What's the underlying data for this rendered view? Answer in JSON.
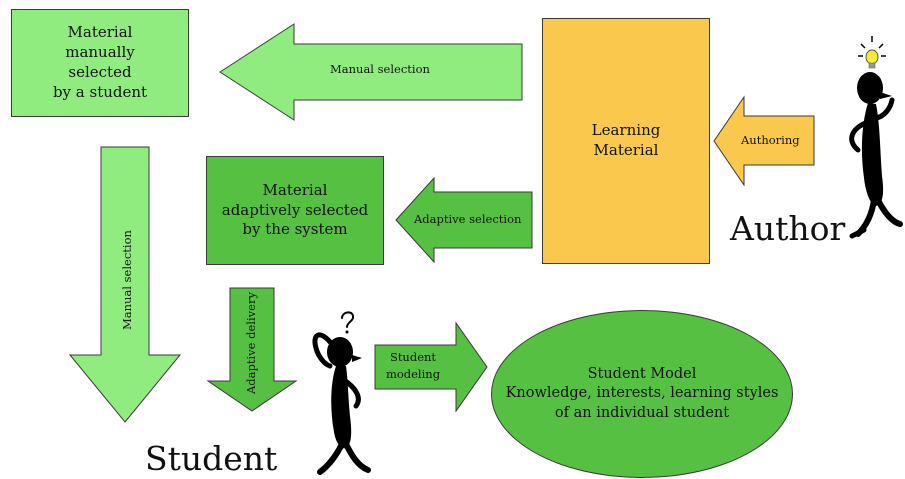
{
  "boxes": {
    "manual_material": [
      "Material",
      "manually",
      "selected",
      "by a student"
    ],
    "adaptive_material": [
      "Material",
      "adaptively selected",
      "by the system"
    ],
    "learning_material": [
      "Learning",
      "Material"
    ],
    "student_model": [
      "Student Model",
      "Knowledge, interests, learning styles",
      "of an individual student"
    ]
  },
  "arrows": {
    "manual_selection_top": "Manual selection",
    "adaptive_selection": "Adaptive selection",
    "authoring": "Authoring",
    "manual_selection_down": "Manual selection",
    "adaptive_delivery": "Adaptive delivery",
    "student_modeling": [
      "Student",
      "modeling"
    ]
  },
  "actors": {
    "author": "Author",
    "student": "Student"
  },
  "colors": {
    "light_green": "#90ec7e",
    "mid_green": "#55c042",
    "orange": "#f9c84d",
    "outline": "#3a3a3a"
  }
}
